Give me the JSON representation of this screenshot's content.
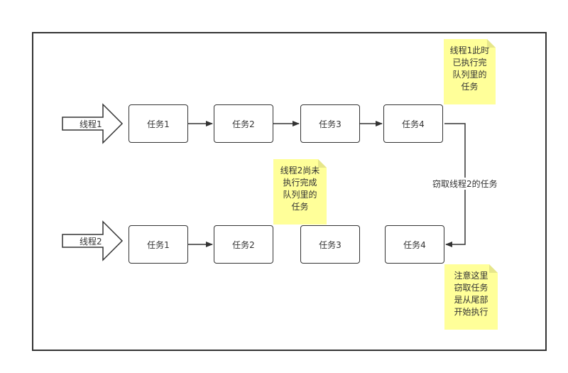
{
  "diagram": {
    "thread1": {
      "label": "线程1",
      "tasks": [
        "任务1",
        "任务2",
        "任务3",
        "任务4"
      ],
      "note": "线程1此时\n已执行完\n队列里的\n任务"
    },
    "thread2": {
      "label": "线程2",
      "tasks": [
        "任务1",
        "任务2",
        "任务3",
        "任务4"
      ],
      "note": "线程2尚未\n执行完成\n队列里的\n任务"
    },
    "steal_label": "窃取线程2的任务",
    "steal_note": "注意这里\n窃取任务\n是从尾部\n开始执行"
  },
  "colors": {
    "note_fill": "#ffff99",
    "stroke": "#333333"
  }
}
